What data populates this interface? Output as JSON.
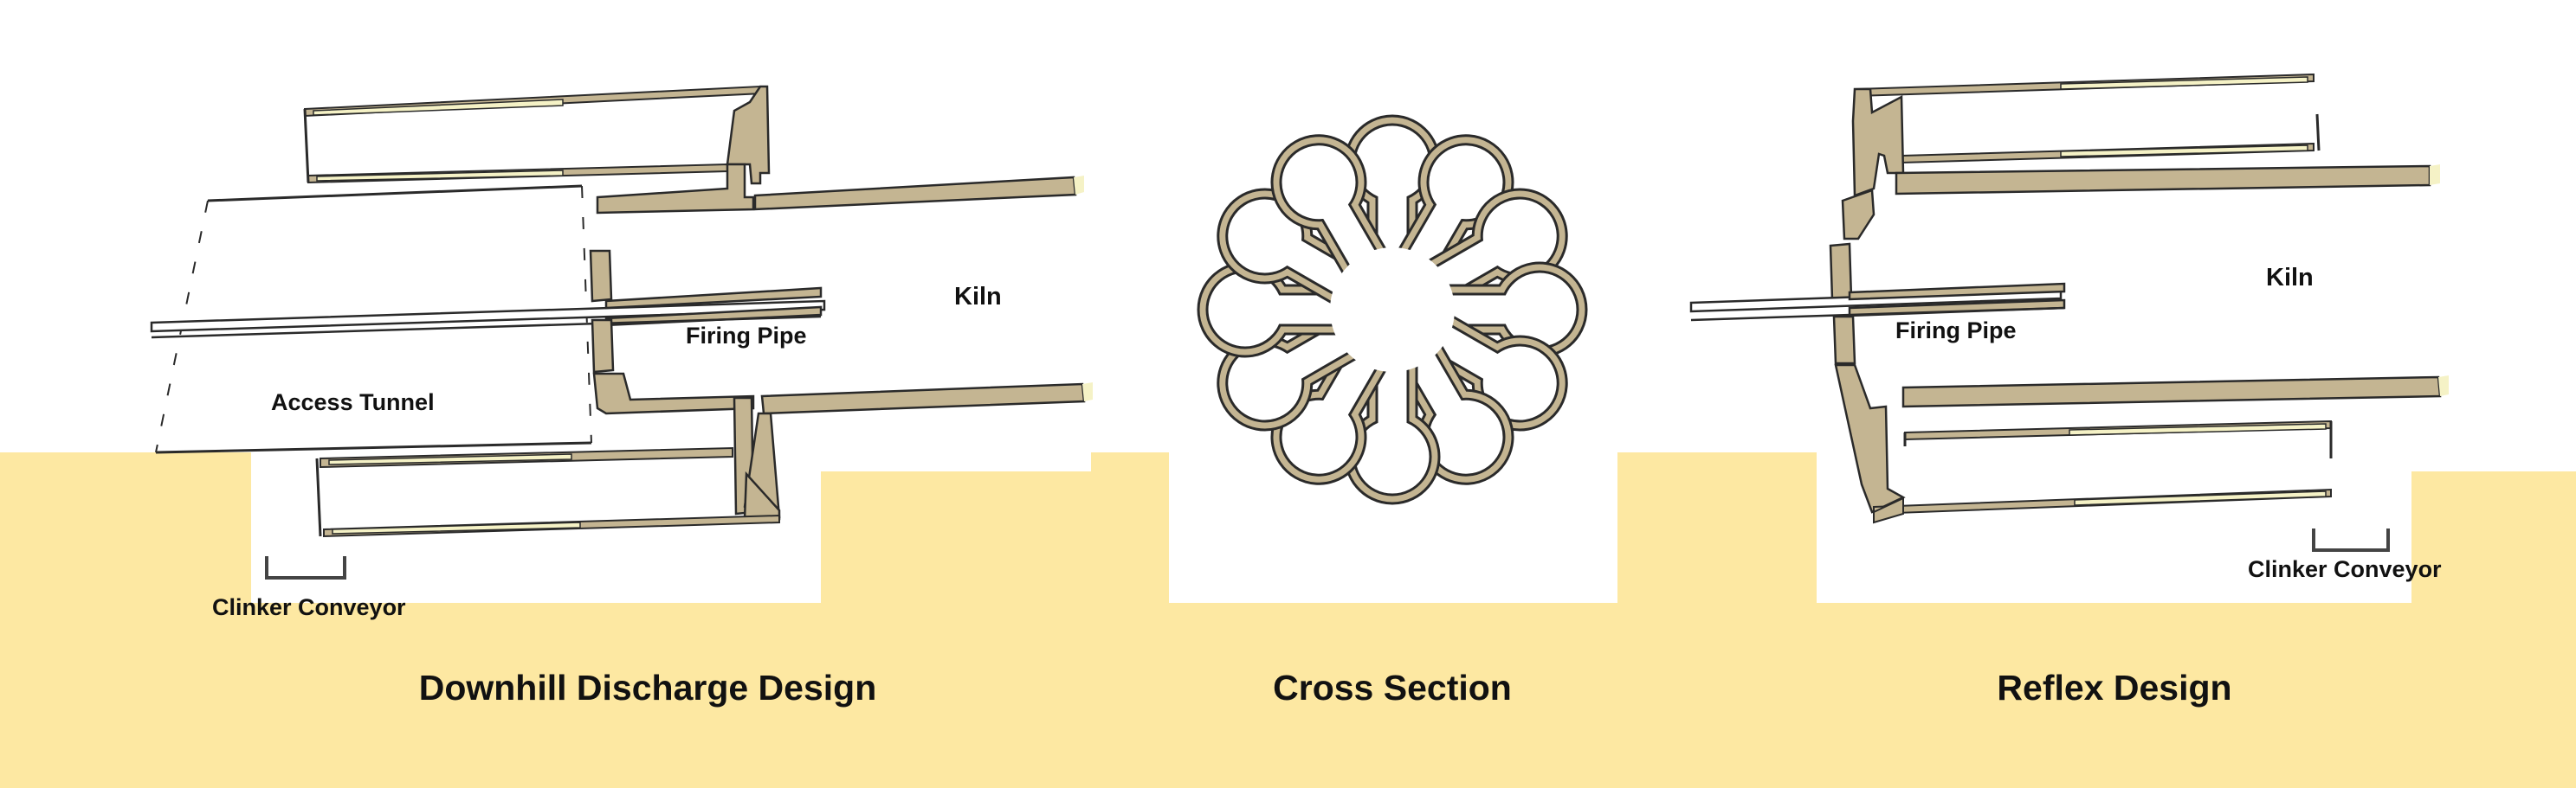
{
  "colors": {
    "ground": "#FDE8A2",
    "refractory": "#C4B592",
    "outline": "#2A2A2A",
    "liner": "#F5F2C6",
    "background": "#FFFFFF"
  },
  "panels": {
    "downhill": {
      "title": "Downhill Discharge Design",
      "labels": {
        "kiln": "Kiln",
        "firing_pipe": "Firing Pipe",
        "access_tunnel": "Access Tunnel",
        "clinker_conveyor": "Clinker Conveyor"
      }
    },
    "cross_section": {
      "title": "Cross Section",
      "lobe_count": 12
    },
    "reflex": {
      "title": "Reflex Design",
      "labels": {
        "kiln": "Kiln",
        "firing_pipe": "Firing Pipe",
        "clinker_conveyor": "Clinker Conveyor"
      }
    }
  }
}
